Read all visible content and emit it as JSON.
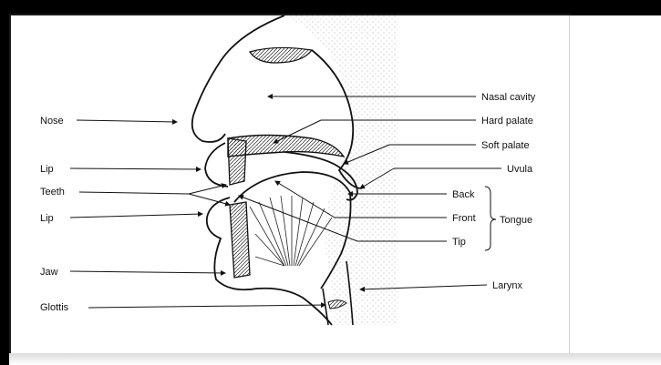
{
  "figure": {
    "labels_left": {
      "nose": "Nose",
      "lip_upper": "Lip",
      "teeth": "Teeth",
      "lip_lower": "Lip",
      "jaw": "Jaw",
      "glottis": "Glottis"
    },
    "labels_right": {
      "nasal_cavity": "Nasal cavity",
      "hard_palate": "Hard palate",
      "soft_palate": "Soft palate",
      "uvula": "Uvula",
      "back": "Back",
      "front": "Front",
      "tip": "Tip",
      "tongue": "Tongue",
      "larynx": "Larynx"
    }
  }
}
